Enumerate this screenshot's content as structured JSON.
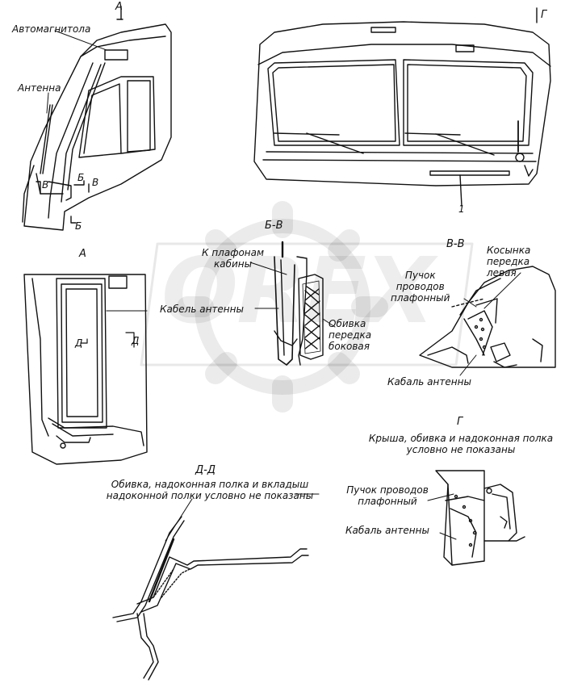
{
  "watermark": "OREX",
  "views": {
    "A_top_marker": "А",
    "G_top_marker": "Г",
    "B_marker": "Б",
    "B2_marker": "Б",
    "V_marker": "В",
    "V2_marker": "В",
    "callout_1": "1",
    "section_BV": "Б-В",
    "section_VV": "В-В",
    "view_A": "А",
    "view_G": "Г",
    "section_DD": "Д-Д",
    "D_marker_left": "Д",
    "D_marker_right": "Д"
  },
  "labels": {
    "radio": "Автомагнитола",
    "antenna": "Антенна",
    "antenna_cable": "Кабель антенны",
    "to_ceiling_light": "К плафонам\nкабины",
    "side_trim": "Обивка\nпередка\nбоковая",
    "wire_bundle_ceiling": "Пучок\nпроводов\nплафонный",
    "gusset_left": "Косынка\nпередка\nлевая",
    "antenna_cable_vv": "Кабаль антенны",
    "note_G": "Крыша, обивка и надоконная полка\nусловно не показаны",
    "wire_bundle_G": "Пучок проводов\nплафонный",
    "antenna_cable_G": "Кабаль антенны",
    "note_DD": "Обивка, надоконная полка и вкладыш\nнадоконной полки условно не показаны"
  }
}
